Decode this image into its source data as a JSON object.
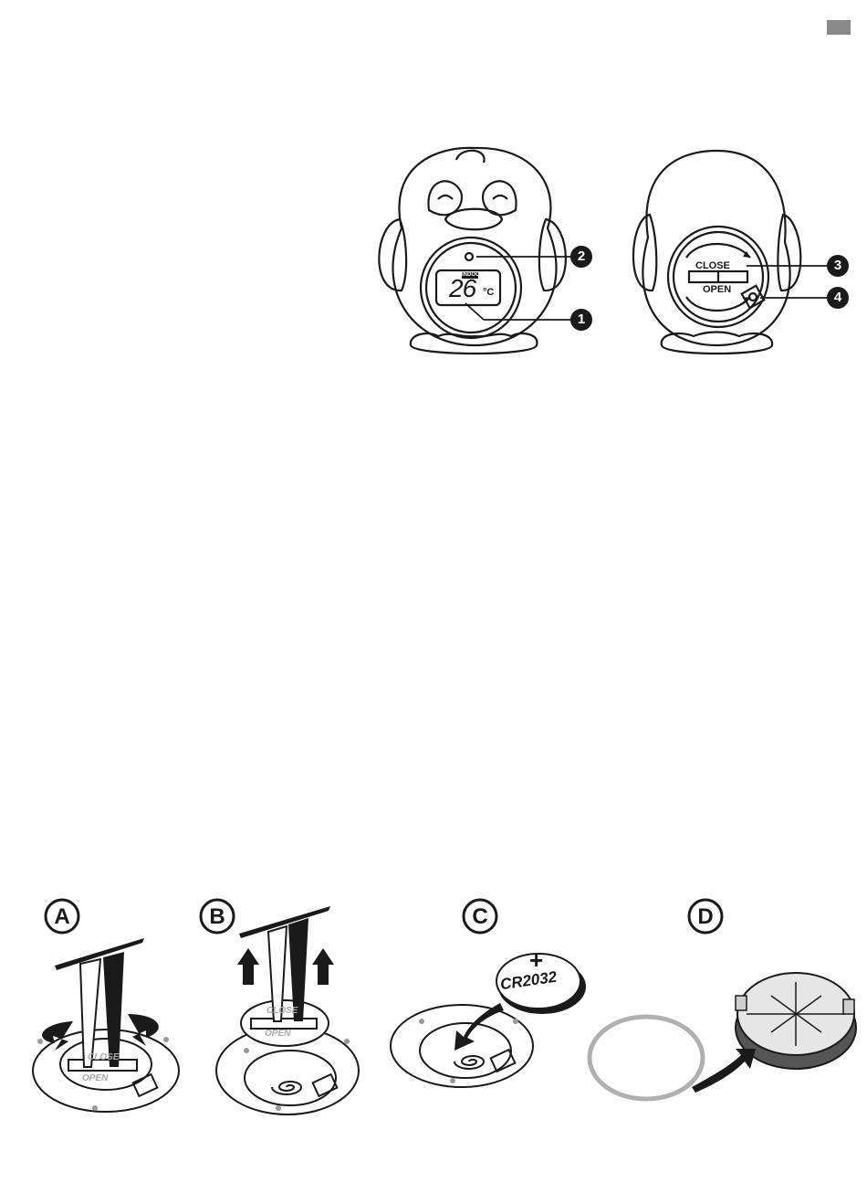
{
  "page_tab": {
    "color": "#8a8a8a"
  },
  "front_view": {
    "display_indicator": "INDOOR",
    "display_value": "26",
    "display_unit": "°C"
  },
  "back_view": {
    "cover_close_label": "CLOSE",
    "cover_open_label": "OPEN"
  },
  "callouts": [
    "1",
    "2",
    "3",
    "4"
  ],
  "steps": {
    "a": {
      "letter": "A",
      "cover_close_label": "CLOSE",
      "cover_open_label": "OPEN"
    },
    "b": {
      "letter": "B",
      "cover_close_label": "CLOSE",
      "cover_open_label": "OPEN"
    },
    "c": {
      "letter": "C",
      "battery_polarity": "+",
      "battery_label": "CR2032"
    },
    "d": {
      "letter": "D"
    }
  },
  "colors": {
    "ink": "#1a1a1a",
    "gasket": "#b0b0b0",
    "cap_rim": "#555555"
  }
}
